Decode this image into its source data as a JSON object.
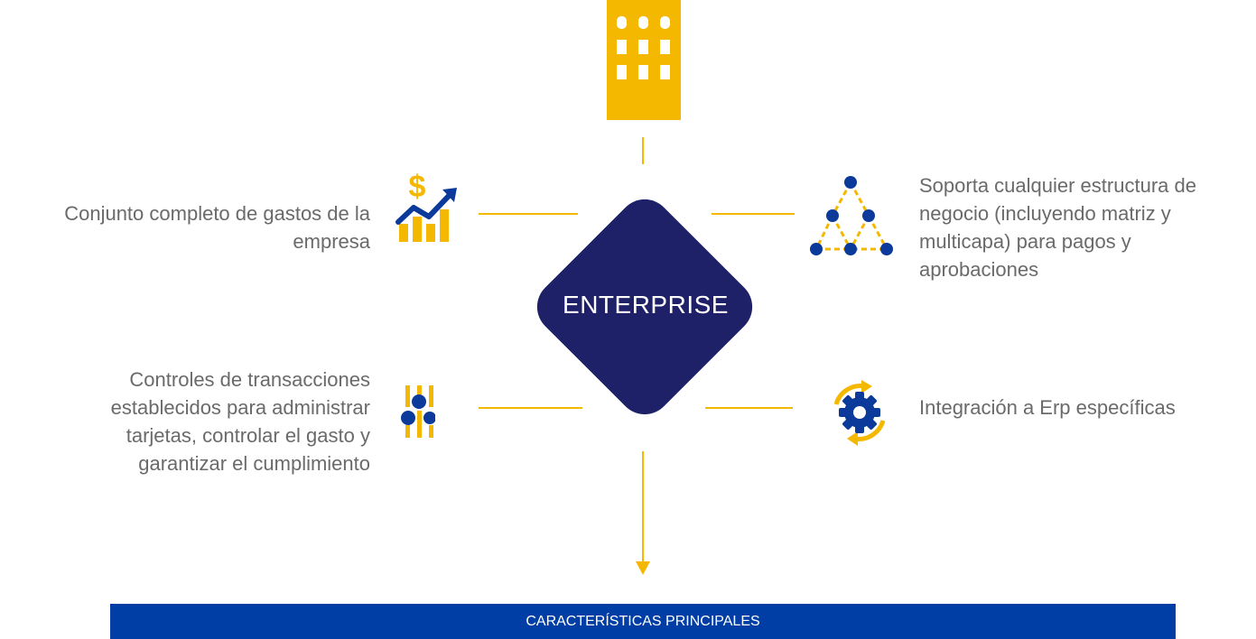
{
  "center": {
    "label": "ENTERPRISE"
  },
  "features": {
    "expenses": "Conjunto completo de gastos de la\nempresa",
    "controls": "Controles de transacciones\nestablecidos para administrar\ntarjetas, controlar el gasto y\ngarantizar el cumplimiento",
    "structure": "Soporta cualquier estructura de\nnegocio (incluyendo matriz y\nmulticapa) para pagos y\naprobaciones",
    "erp": "Integración a Erp específicas"
  },
  "banner": {
    "label": "CARACTERÍSTICAS PRINCIPALES"
  },
  "icons": {
    "building": "building-icon",
    "expenses": "dollar-growth-chart-icon",
    "controls": "sliders-icon",
    "structure": "network-triangle-icon",
    "erp": "gear-sync-icon"
  },
  "colors": {
    "navy": "#1e2068",
    "yellow": "#f5b800",
    "banner_blue": "#003da5",
    "icon_blue": "#0b3a9a",
    "text_gray": "#6a6a6a"
  }
}
